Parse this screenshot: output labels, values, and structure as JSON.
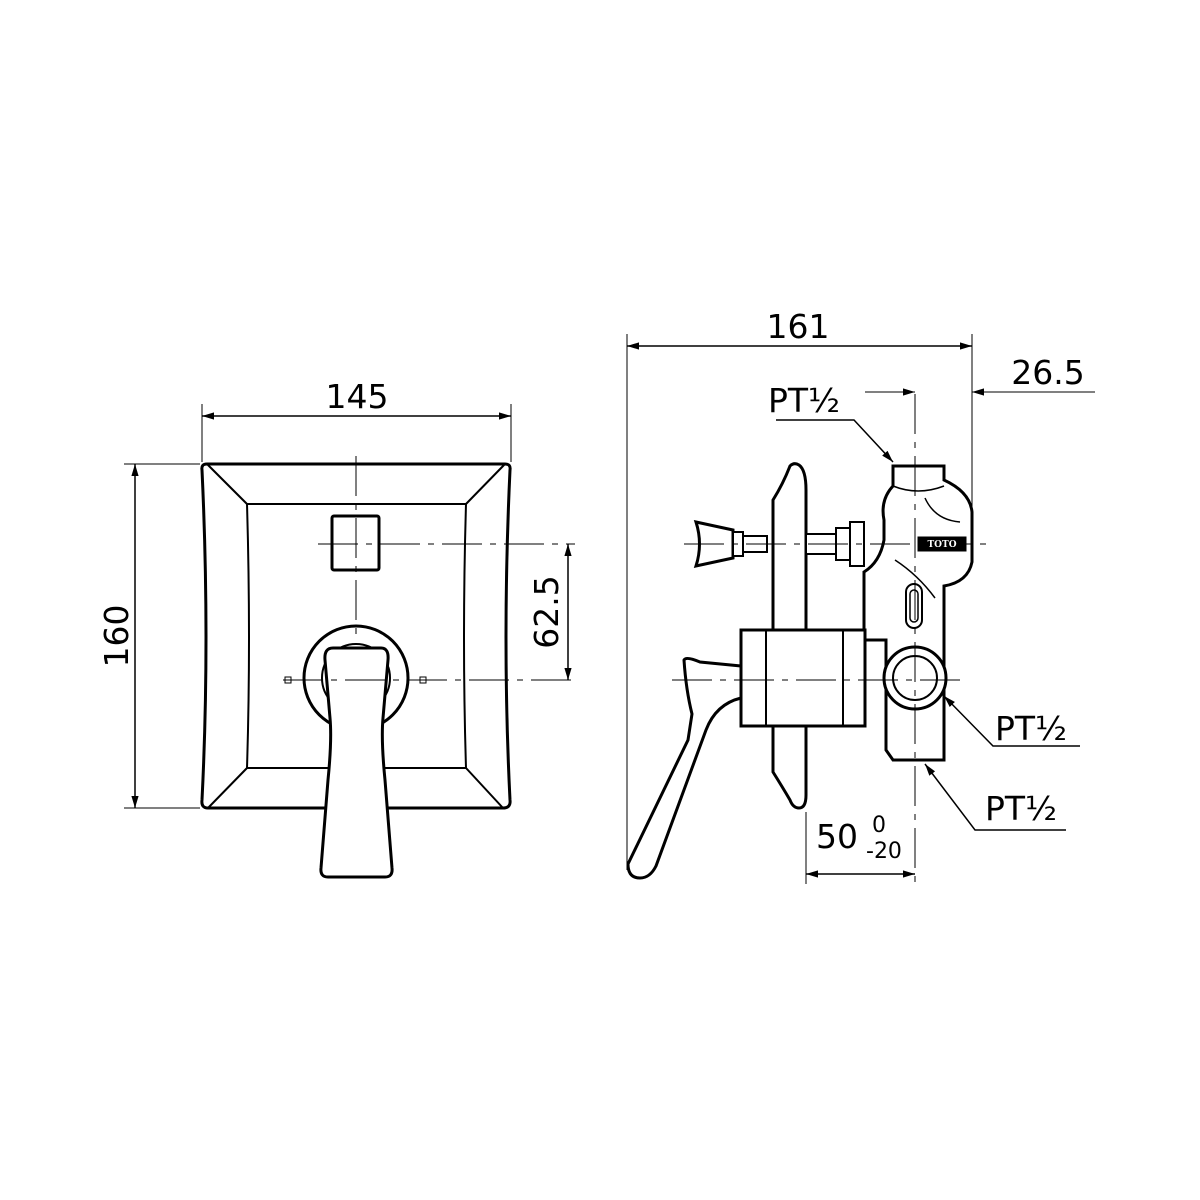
{
  "front_view": {
    "width_dim": "145",
    "height_dim": "160",
    "center_offset_dim": "62.5"
  },
  "side_view": {
    "depth_dim": "161",
    "outlet_offset_dim": "26.5",
    "top_port_label": "PT½",
    "mid_port_label": "PT½",
    "bottom_port_label": "PT½",
    "wall_depth_dim": "50",
    "tol_upper": "0",
    "tol_lower": "-20",
    "brand_logo": "TOTO"
  }
}
